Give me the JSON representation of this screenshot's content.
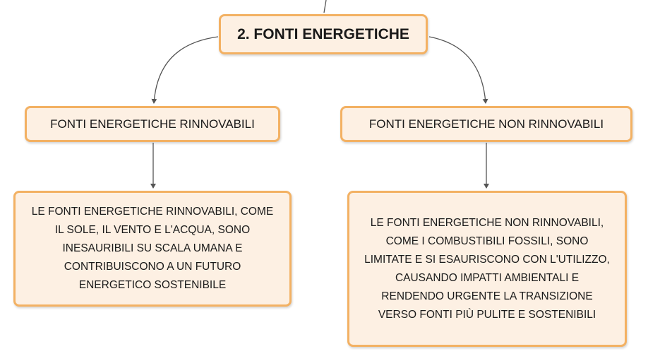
{
  "diagram": {
    "root": {
      "label": "2. FONTI ENERGETICHE"
    },
    "left_branch": {
      "label": "FONTI ENERGETICHE RINNOVABILI",
      "description": "LE FONTI ENERGETICHE RINNOVABILI, COME\nIL SOLE, IL VENTO E L'ACQUA, SONO\nINESAURIBILI SU SCALA UMANA E\nCONTRIBUISCONO A UN FUTURO\nENERGETICO SOSTENIBILE"
    },
    "right_branch": {
      "label": "FONTI ENERGETICHE NON RINNOVABILI",
      "description": "LE FONTI ENERGETICHE NON RINNOVABILI,\nCOME I COMBUSTIBILI FOSSILI, SONO\nLIMITATE E SI ESAURISCONO CON L'UTILIZZO,\nCAUSANDO IMPATTI AMBIENTALI E\nRENDENDO URGENTE LA TRANSIZIONE\nVERSO FONTI PIÙ PULITE E SOSTENIBILI"
    },
    "colors": {
      "node_fill": "#fdf0e3",
      "node_border": "#f3b163",
      "connector": "#555555"
    }
  }
}
